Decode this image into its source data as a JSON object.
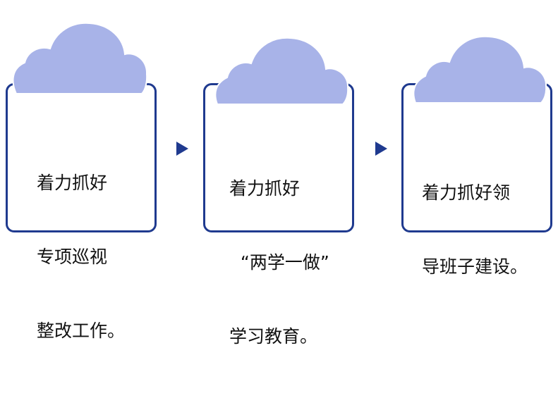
{
  "colors": {
    "card_border": "#1f3a8f",
    "cloud_fill": "#a8b3e8",
    "cloud_stroke": "#ffffff",
    "arrow": "#1f3a8f",
    "text": "#111111"
  },
  "steps": [
    {
      "lines": [
        "着力抓好",
        "专项巡视",
        "整改工作。"
      ]
    },
    {
      "lines": [
        "着力抓好",
        "  “两学一做”",
        "学习教育。"
      ]
    },
    {
      "lines": [
        "着力抓好领",
        "导班子建设。"
      ]
    }
  ],
  "icons": {
    "cloud": "cloud-icon",
    "arrow": "arrow-right-icon"
  }
}
